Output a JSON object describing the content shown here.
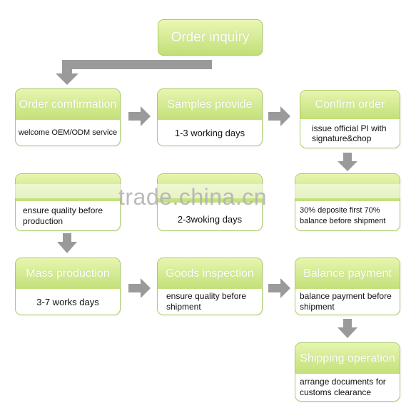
{
  "top": {
    "title": "Order inquiry"
  },
  "steps": {
    "order_confirmation": {
      "title": "Order comfirmation",
      "lines": [
        "welcome OEM/ODM service"
      ]
    },
    "samples_provide": {
      "title": "Samples provide",
      "lines": [
        "1-3 working days"
      ]
    },
    "confirm_order": {
      "title": "Confirm order",
      "lines": [
        "issue official PI with",
        "signature&chop"
      ]
    },
    "quality_check": {
      "title": "",
      "lines": [
        "ensure quality before",
        "production"
      ]
    },
    "prepare_materials": {
      "title": "",
      "lines": [
        "2-3woking days"
      ]
    },
    "deposit": {
      "title": "",
      "lines": [
        "30% deposite first 70%",
        "balance before shipment"
      ]
    },
    "mass_production": {
      "title": "Mass production",
      "lines": [
        "3-7 works days"
      ]
    },
    "goods_inspection": {
      "title": "Goods inspection",
      "lines": [
        "ensure quality before",
        "shipment"
      ]
    },
    "balance_payment": {
      "title": "Balance payment",
      "lines": [
        "balance payment before",
        "shipment"
      ]
    },
    "shipping_operation": {
      "title": "Shipping operation",
      "lines": [
        "arrange documents for",
        "customs clearance"
      ]
    }
  },
  "watermark": "trade.china.cn",
  "colors": {
    "header_top": "#e7f5ae",
    "header_bottom": "#c3e07a",
    "border": "#a8cc6a",
    "arrow": "#9a9a9a"
  }
}
